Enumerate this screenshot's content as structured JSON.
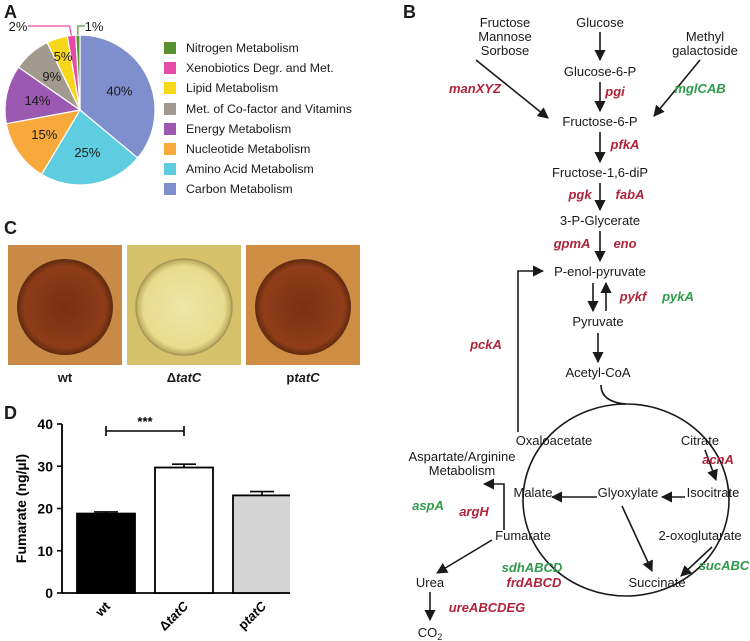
{
  "panels": {
    "a": "A",
    "b": "B",
    "c": "C",
    "d": "D"
  },
  "chart_data": [
    {
      "type": "pie",
      "categories": [
        "Carbon Metabolism",
        "Amino Acid Metabolism",
        "Nucleotide Metabolism",
        "Energy Metabolism",
        "Met. of Co-factor and Vitamins",
        "Lipid Metabolism",
        "Xenobiotics Degr. and Met.",
        "Nitrogen Metabolism"
      ],
      "values": [
        40,
        25,
        15,
        14,
        9,
        5,
        2,
        1
      ],
      "labels": [
        "40%",
        "25%",
        "15%",
        "14%",
        "9%",
        "5%",
        "2%",
        "1%"
      ],
      "colors": [
        "#7f8ecd",
        "#5fcde0",
        "#f8a93c",
        "#9b59b1",
        "#a29a8e",
        "#f6d71b",
        "#e44ca7",
        "#5a8f2e"
      ],
      "legend": [
        {
          "label": "Nitrogen Metabolism",
          "color": "#5a8f2e"
        },
        {
          "label": "Xenobiotics Degr. and Met.",
          "color": "#e44ca7"
        },
        {
          "label": "Lipid Metabolism",
          "color": "#f6d71b"
        },
        {
          "label": "Met. of Co-factor and Vitamins",
          "color": "#a29a8e"
        },
        {
          "label": "Energy Metabolism",
          "color": "#9b59b1"
        },
        {
          "label": "Nucleotide Metabolism",
          "color": "#f8a93c"
        },
        {
          "label": "Amino Acid Metabolism",
          "color": "#5fcde0"
        },
        {
          "label": "Carbon Metabolism",
          "color": "#7f8ecd"
        }
      ],
      "legend_position": "right"
    },
    {
      "type": "bar",
      "categories": [
        "wt",
        "ΔtatC",
        "ptatC"
      ],
      "category_parts": [
        {
          "prefix": "wt",
          "italic": ""
        },
        {
          "prefix": "Δ",
          "italic": "tatC"
        },
        {
          "prefix": "p",
          "italic": "tatC"
        }
      ],
      "values": [
        18.8,
        29.7,
        23.1
      ],
      "errors": [
        0.4,
        0.8,
        0.9
      ],
      "fills": [
        "#000000",
        "#ffffff",
        "#d4d4d4"
      ],
      "ylabel": "Fumarate (ng/µl)",
      "ylim": [
        0,
        40
      ],
      "yticks": [
        "0",
        "10",
        "20",
        "30",
        "40"
      ],
      "significance": {
        "from": 0,
        "to": 1,
        "label": "***"
      }
    }
  ],
  "plates": [
    {
      "prefix": "wt",
      "italic": ""
    },
    {
      "prefix": "Δ",
      "italic": "tatC"
    },
    {
      "prefix": "p",
      "italic": "tatC"
    }
  ],
  "pathway": {
    "metabolites": {
      "fms": [
        "Fructose",
        "Mannose",
        "Sorbose"
      ],
      "glucose": "Glucose",
      "methyl": [
        "Methyl",
        "galactoside"
      ],
      "g6p": "Glucose-6-P",
      "f6p": "Fructose-6-P",
      "f16": "Fructose-1,6-diP",
      "pg3": "3-P-Glycerate",
      "pep": "P-enol-pyruvate",
      "pyr": "Pyruvate",
      "acoa": "Acetyl-CoA",
      "oaa": "Oxaloacetate",
      "cit": "Citrate",
      "asp": [
        "Aspartate/Arginine",
        "Metabolism"
      ],
      "mal": "Malate",
      "glyox": "Glyoxylate",
      "iso": "Isocitrate",
      "oxo": "2-oxoglutarate",
      "fum": "Fumarate",
      "urea": "Urea",
      "succ": "Succinate",
      "co2": "CO",
      "co2_sub": "2"
    },
    "genes": {
      "manXYZ": "manXYZ",
      "pgi": "pgi",
      "mglCAB": "mglCAB",
      "pfkA": "pfkA",
      "pgk": "pgk",
      "fabA": "fabA",
      "gpmA": "gpmA",
      "eno": "eno",
      "pykf": "pykf",
      "pykA": "pykA",
      "pckA": "pckA",
      "acnA": "acnA",
      "aspA": "aspA",
      "argH": "argH",
      "sdhABCD": "sdhABCD",
      "frdABCD": "frdABCD",
      "sucABC": "sucABC",
      "ureABCDEG": "ureABCDEG"
    },
    "colors": {
      "red": "#b0233a",
      "green": "#2f9a4a"
    }
  }
}
